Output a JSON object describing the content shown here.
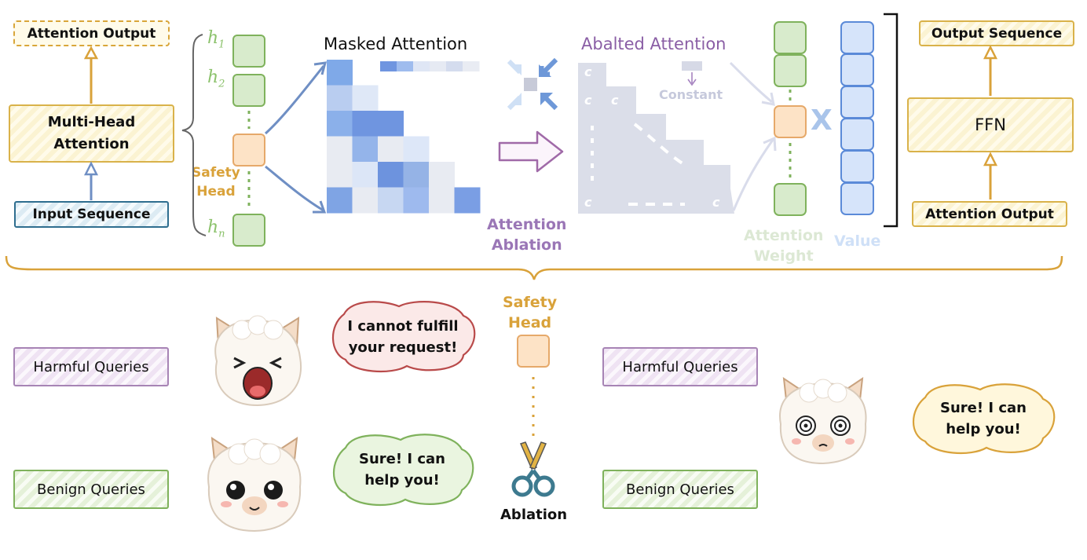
{
  "top": {
    "attention_output_top": "Attention Output",
    "multi_head_attention": "Multi-Head\nAttention",
    "input_sequence": "Input Sequence",
    "head_labels": [
      "h",
      "h",
      "h"
    ],
    "head_subscripts": [
      "1",
      "2",
      "n"
    ],
    "safety_head": "Safety\nHead",
    "masked_attention": "Masked Attention",
    "attention_ablation": "Attention\nAblation",
    "abalted_attention": "Abalted Attention",
    "constant": "Constant",
    "c_marker": "c",
    "multiply_sign": "X",
    "attention_weight": "Attention\nWeight",
    "value": "Value",
    "output_sequence": "Output Sequence",
    "ffn": "FFN",
    "attention_output_right": "Attention Output"
  },
  "bottom": {
    "left_harmful": "Harmful Queries",
    "left_benign": "Benign Queries",
    "refuse_bubble": "I cannot fulfill\nyour request!",
    "help_bubble_left": "Sure! I can\nhelp you!",
    "safety_head": "Safety\nHead",
    "ablation": "Ablation",
    "right_harmful": "Harmful Queries",
    "right_benign": "Benign Queries",
    "help_bubble_right": "Sure! I can\nhelp you!"
  },
  "colors": {
    "gold": "#d9a23a",
    "green": "#7fb25c",
    "green_fill": "#d8ebcc",
    "orange_fill": "#fde3c6",
    "purple": "#8a5ea5",
    "blue": "#4a7fd4",
    "value_blue": "#d6e4fa"
  },
  "icons": [
    "llama-angry-icon",
    "llama-happy-icon",
    "llama-dizzy-icon",
    "scissors-icon"
  ]
}
